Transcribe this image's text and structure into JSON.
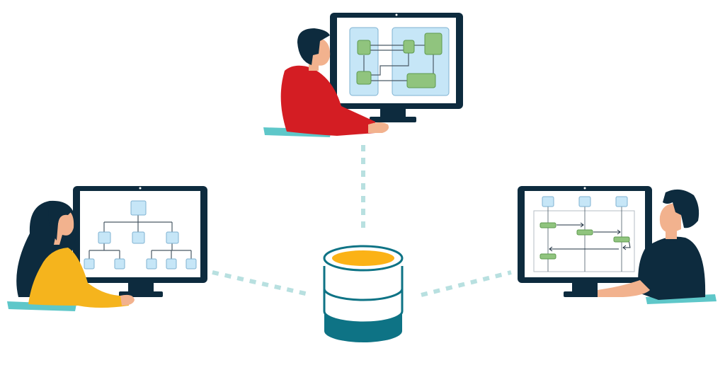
{
  "colors": {
    "monitor": "#0d2b3e",
    "link_dots": "#b8e0e0",
    "db_top": "#fbb216",
    "db_base": "#0e7385",
    "db_outline": "#0e7385",
    "chair": "#5ec7c9",
    "skin": "#f2b28e",
    "hair": "#0d2b3e",
    "shirt_woman": "#f5b41d",
    "shirt_man_top": "#d41d23",
    "shirt_man_right": "#0d2b3e",
    "box_blue": "#c6e6f7",
    "box_blue_stroke": "#7fb2d2",
    "box_green": "#90c47e",
    "box_green_stroke": "#5e9a4f",
    "line": "#4a5a66"
  },
  "icons": {
    "database": "database-icon",
    "org_chart": "org-chart-diagram",
    "block_diagram": "block-diagram",
    "sequence_diagram": "sequence-diagram"
  }
}
